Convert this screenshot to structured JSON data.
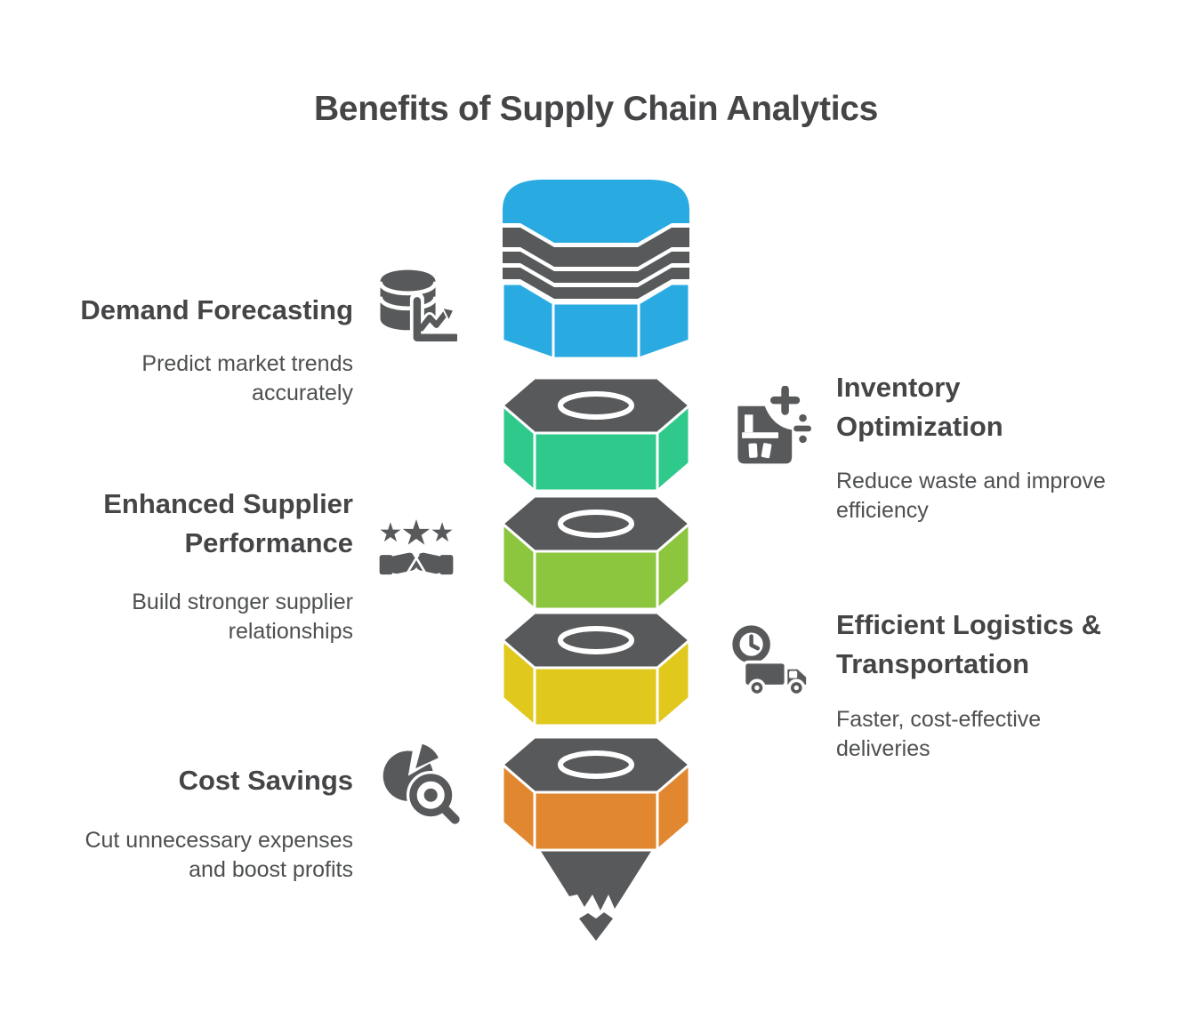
{
  "title": "Benefits of Supply Chain Analytics",
  "colors": {
    "heading": "#454547",
    "body": "#4d4f51",
    "gray": "#58595b"
  },
  "funnel": {
    "top_color": "#29abe2",
    "band_color": "#58595b",
    "top_face_color": "#58595b",
    "spout_color": "#58595b",
    "segments": [
      {
        "name": "green",
        "color": "#2fc98b"
      },
      {
        "name": "lime",
        "color": "#8cc63f"
      },
      {
        "name": "yellow",
        "color": "#e0c81d"
      },
      {
        "name": "orange",
        "color": "#e0872f"
      }
    ]
  },
  "items": {
    "left": [
      {
        "heading": "Demand Forecasting",
        "description": "Predict market trends\naccurately",
        "icon": "database-chart-icon"
      },
      {
        "heading": "Enhanced Supplier\nPerformance",
        "description": "Build stronger supplier\nrelationships",
        "icon": "stars-handshake-icon"
      },
      {
        "heading": "Cost Savings",
        "description": "Cut unnecessary expenses\nand boost profits",
        "icon": "pie-magnifier-icon"
      }
    ],
    "right": [
      {
        "heading": "Inventory\nOptimization",
        "description": "Reduce waste and improve\nefficiency",
        "icon": "inventory-math-icon"
      },
      {
        "heading": "Efficient Logistics &\nTransportation",
        "description": "Faster, cost-effective\ndeliveries",
        "icon": "truck-clock-icon"
      }
    ]
  }
}
